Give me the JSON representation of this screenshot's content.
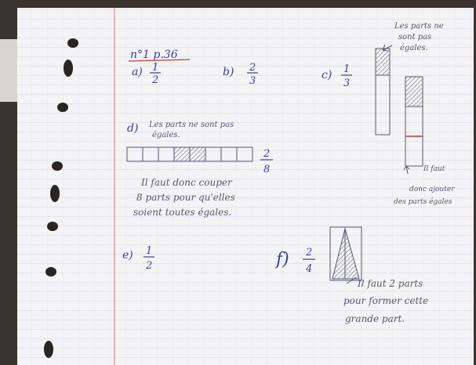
{
  "notebook": {
    "heading": "n°1 p.36",
    "a": {
      "label": "a)",
      "num": "1",
      "den": "2"
    },
    "b": {
      "label": "b)",
      "num": "2",
      "den": "3"
    },
    "c": {
      "label": "c)",
      "num": "1",
      "den": "3"
    },
    "c_note": [
      "Les parts ne",
      "sont pas",
      "égales."
    ],
    "d": {
      "label": "d)",
      "note": [
        "Les parts ne sont pas",
        "égales."
      ],
      "num": "2",
      "den": "8"
    },
    "d_explanation": [
      "Il faut donc couper",
      "8 parts pour qu'elles",
      "soient toutes égales."
    ],
    "right_note": [
      "Il faut",
      "donc ajouter",
      "des parts égales"
    ],
    "e": {
      "label": "e)",
      "num": "1",
      "den": "2"
    },
    "f": {
      "label": "f)",
      "num": "2",
      "den": "4"
    },
    "f_note": [
      "Il faut 2 parts",
      "pour former cette",
      "grande part."
    ]
  },
  "colors": {
    "ink": "#3b3f8f",
    "pencil": "#55596e",
    "paper": "#f4f3f5",
    "grid": "#c9cde6",
    "margin": "#e58a8a",
    "desk": "#3b342e"
  }
}
